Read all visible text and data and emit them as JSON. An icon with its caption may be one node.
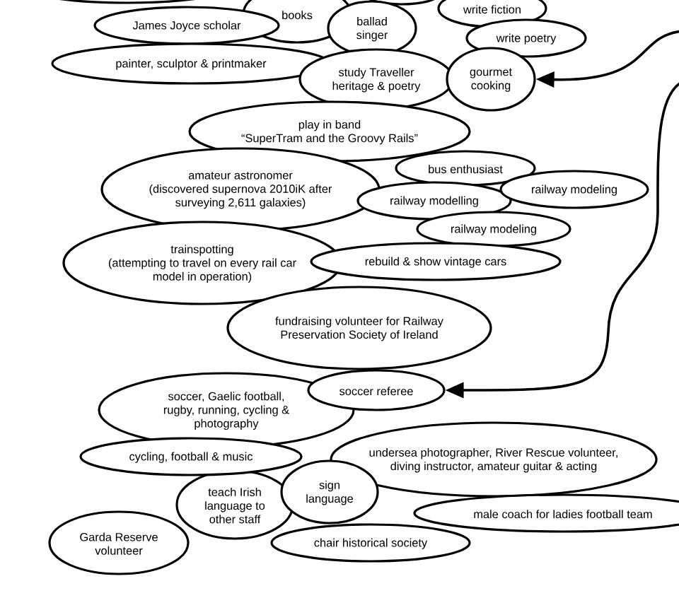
{
  "diagram": {
    "nodes": [
      {
        "text": [],
        "shape": "circle"
      },
      {
        "text": [
          "books"
        ]
      },
      {
        "text": [],
        "shape": "circle"
      },
      {
        "text": [
          "write fiction"
        ]
      },
      {
        "text": [
          "James Joyce scholar"
        ]
      },
      {
        "text": [
          "ballad singer"
        ]
      },
      {
        "text": [
          "write poetry"
        ]
      },
      {
        "text": [
          "painter, sculptor & printmaker"
        ]
      },
      {
        "text": [
          "study Traveller heritage & poetry"
        ]
      },
      {
        "text": [
          "gourmet cooking"
        ]
      },
      {
        "text": [
          "play in band",
          "“SuperTram and the Groovy Rails”"
        ]
      },
      {
        "text": [
          "bus enthusiast"
        ]
      },
      {
        "text": [
          "amateur astronomer",
          "(discovered supernova 2010iK after surveying 2,611 galaxies)"
        ]
      },
      {
        "text": [
          "railway modeling"
        ]
      },
      {
        "text": [
          "railway modelling"
        ]
      },
      {
        "text": [
          "railway modeling"
        ]
      },
      {
        "text": [
          "trainspotting",
          "(attempting to travel on every rail car model in operation)"
        ]
      },
      {
        "text": [
          "rebuild & show vintage cars"
        ]
      },
      {
        "text": [
          "fundraising volunteer for Railway Preservation Society of Ireland"
        ]
      },
      {
        "text": [
          "soccer, Gaelic football, rugby, running, cycling & photography"
        ]
      },
      {
        "text": [
          "soccer referee"
        ]
      },
      {
        "text": [
          "cycling, football & music"
        ]
      },
      {
        "text": [
          "undersea photographer, River Rescue volunteer, diving instructor, amateur guitar & acting"
        ]
      },
      {
        "text": [
          "sign language"
        ]
      },
      {
        "text": [
          "teach Irish language to other staff"
        ]
      },
      {
        "text": [
          "male coach for ladies football team"
        ]
      },
      {
        "text": [
          "Garda Reserve volunteer"
        ]
      },
      {
        "text": [
          "chair historical society"
        ]
      }
    ],
    "edges": [
      {
        "from": null,
        "to": 9,
        "arrow": "to"
      },
      {
        "from": null,
        "to": 20,
        "arrow": "to"
      }
    ]
  }
}
